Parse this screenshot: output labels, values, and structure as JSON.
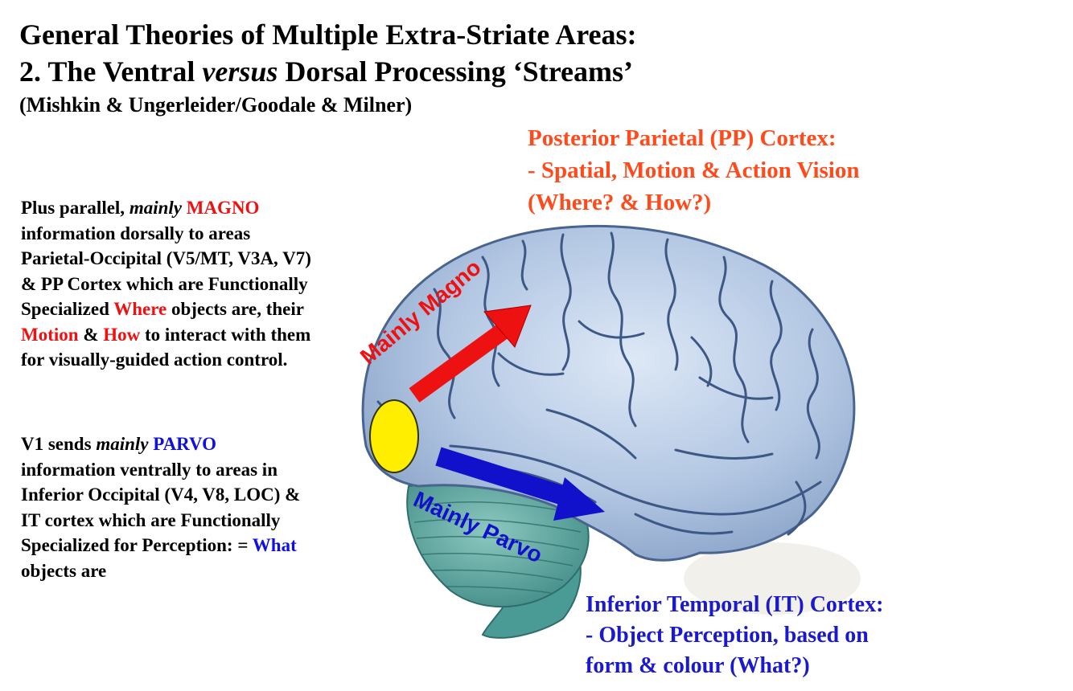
{
  "title": {
    "line1": "General Theories of Multiple Extra-Striate Areas:",
    "line2_pre": "2. The Ventral ",
    "line2_em": "versus",
    "line2_post": " Dorsal Processing ‘Streams’",
    "line3": "(Mishkin & Ungerleider/Goodale & Milner)"
  },
  "pp_label": {
    "line1": "Posterior Parietal (PP) Cortex:",
    "line2": "- Spatial, Motion & Action Vision",
    "line3": "(Where? & How?)"
  },
  "it_label": {
    "line1": "Inferior Temporal (IT) Cortex:",
    "line2": "- Object Perception, based on",
    "line3": "form & colour (What?)"
  },
  "dorsal_text": {
    "l1_pre": "Plus parallel, ",
    "l1_em": "mainly",
    "l1_sp": " ",
    "l1_hl": "MAGNO",
    "l2": "information dorsally to areas",
    "l3": "Parietal-Occipital (V5/MT, V3A, V7)",
    "l4": "& PP Cortex which are Functionally",
    "l5_pre": "Specialized ",
    "l5_hl": "Where",
    "l5_post": " objects are, their",
    "l6_hl1": "Motion",
    "l6_mid": " & ",
    "l6_hl2": "How",
    "l6_post": " to interact with them",
    "l7": "for visually-guided action control."
  },
  "ventral_text": {
    "l1_pre": "V1 sends ",
    "l1_em": "mainly",
    "l1_sp": " ",
    "l1_hl": "PARVO",
    "l2": "information ventrally to areas in",
    "l3": "Inferior Occipital (V4, V8, LOC) &",
    "l4": "IT cortex which are Functionally",
    "l5_pre": "Specialized for Perception: = ",
    "l5_hl": "What",
    "l6": "objects are"
  },
  "arrows": {
    "magno_label": "Mainly Magno",
    "parvo_label": "Mainly Parvo"
  },
  "colors": {
    "pp_label": "#ff4a1c",
    "it_label": "#1a1acc",
    "magno_arrow": "#ee1111",
    "parvo_arrow": "#1111cc",
    "v1_marker": "#ffee00",
    "brain_fill": "#b7cce6",
    "cerebellum_fill": "#5a9e9a"
  }
}
